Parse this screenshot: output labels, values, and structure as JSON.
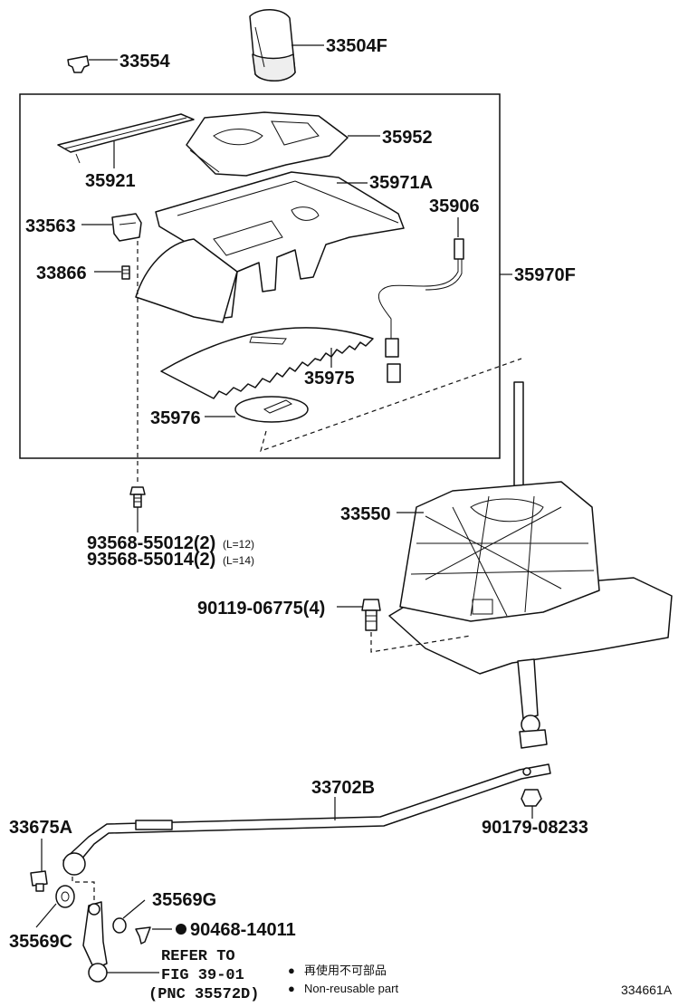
{
  "parts": {
    "p33554": "33554",
    "p33504F": "33504F",
    "p35952": "35952",
    "p35921": "35921",
    "p35971A": "35971A",
    "p33563": "33563",
    "p35906": "35906",
    "p33866": "33866",
    "p35970F": "35970F",
    "p35975": "35975",
    "p35976": "35976",
    "p33550": "33550",
    "p93568a": "93568-55012(2)",
    "p93568a_len": "(L=12)",
    "p93568b": "93568-55014(2)",
    "p93568b_len": "(L=14)",
    "p90119": "90119-06775(4)",
    "p33702B": "33702B",
    "p33675A": "33675A",
    "p90179": "90179-08233",
    "p35569G": "35569G",
    "p90468": "90468-14011",
    "p35569C": "35569C"
  },
  "refer": {
    "line1": "REFER TO",
    "line2": "FIG 39-01",
    "line3": "(PNC 35572D)"
  },
  "legend": {
    "bullet": "●",
    "jp": "再使用不可部品",
    "en": "Non-reusable part"
  },
  "figure_id": "334661A"
}
